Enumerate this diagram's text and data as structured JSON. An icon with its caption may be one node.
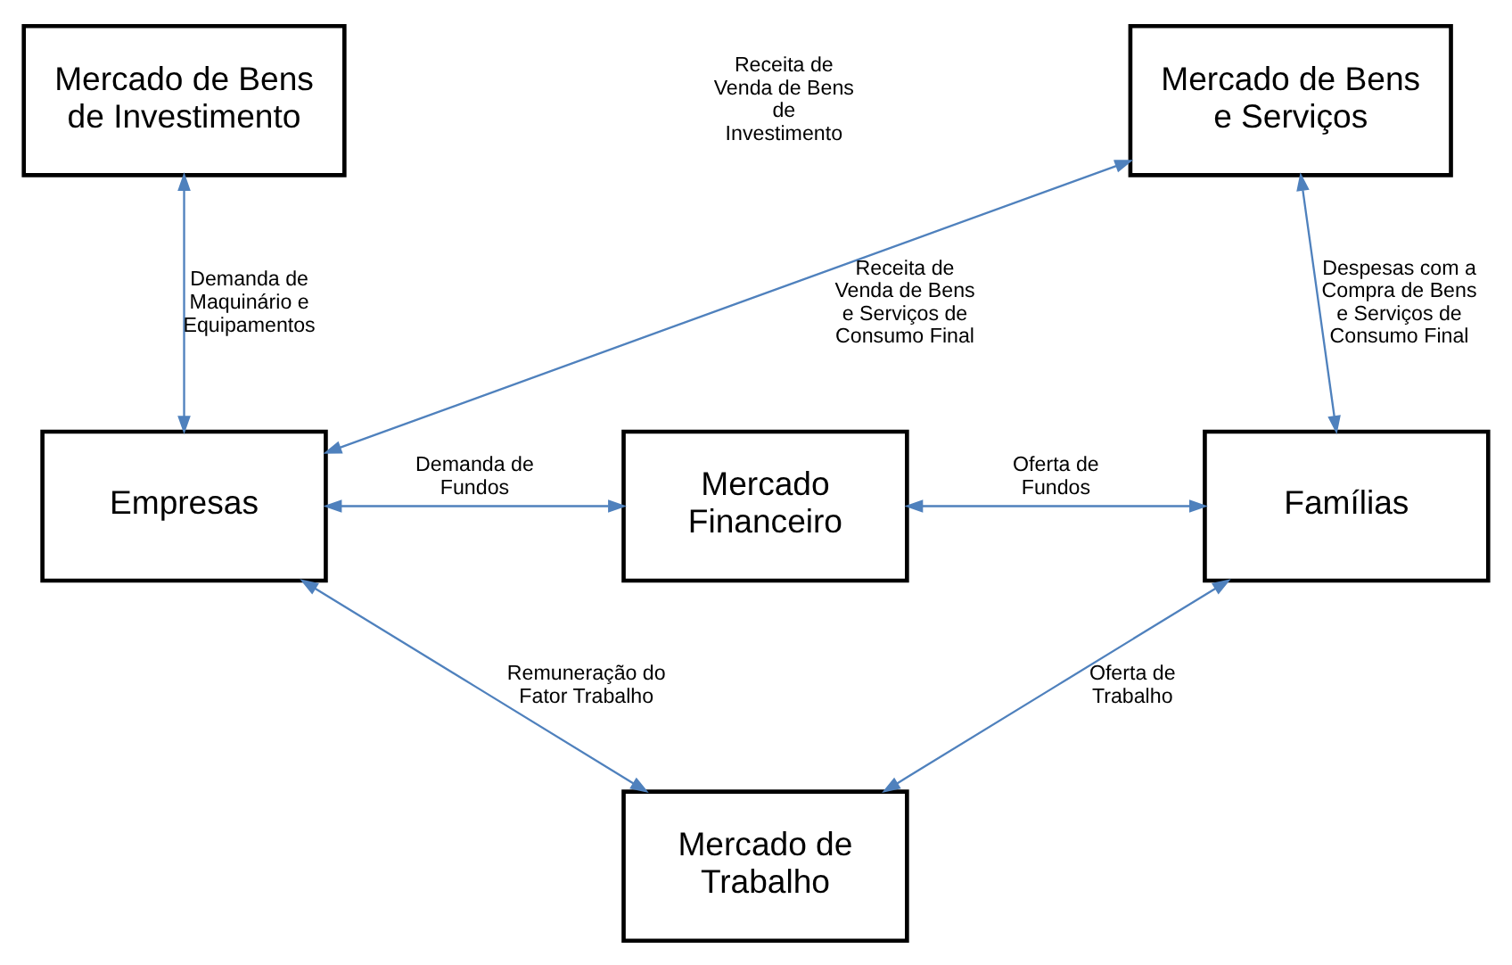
{
  "diagram": {
    "nodes": [
      {
        "text": [
          "Mercado de Bens de Investimento"
        ]
      },
      {
        "text": [
          "Mercado de Bens e Serviços"
        ]
      },
      {
        "text": [
          "Empresas"
        ]
      },
      {
        "text": [
          "Mercado Financeiro"
        ]
      },
      {
        "text": [
          "Famílias"
        ]
      },
      {
        "text": [
          "Mercado de Trabalho"
        ]
      }
    ],
    "edges": [
      {
        "from": 2,
        "to": 0,
        "arrow": "both",
        "label": "Demanda de Maquinário e Equipamentos"
      },
      {
        "from": 2,
        "to": 1,
        "arrow": "both",
        "label": "Receita de Venda de Bens e Serviços de Consumo Final"
      },
      {
        "from": 1,
        "to": 4,
        "arrow": "both",
        "label": "Despesas com a Compra de Bens e Serviços de Consumo Final"
      },
      {
        "from": 2,
        "to": 3,
        "arrow": "both",
        "label": "Demanda de Fundos"
      },
      {
        "from": 3,
        "to": 4,
        "arrow": "both",
        "label": "Oferta de Fundos"
      },
      {
        "from": 2,
        "to": 5,
        "arrow": "both",
        "label": "Remuneração do Fator Trabalho"
      },
      {
        "from": 5,
        "to": 4,
        "arrow": "both",
        "label": "Oferta de Trabalho"
      }
    ],
    "labels": [
      "Receita de Venda de Bens de Investimento"
    ]
  }
}
